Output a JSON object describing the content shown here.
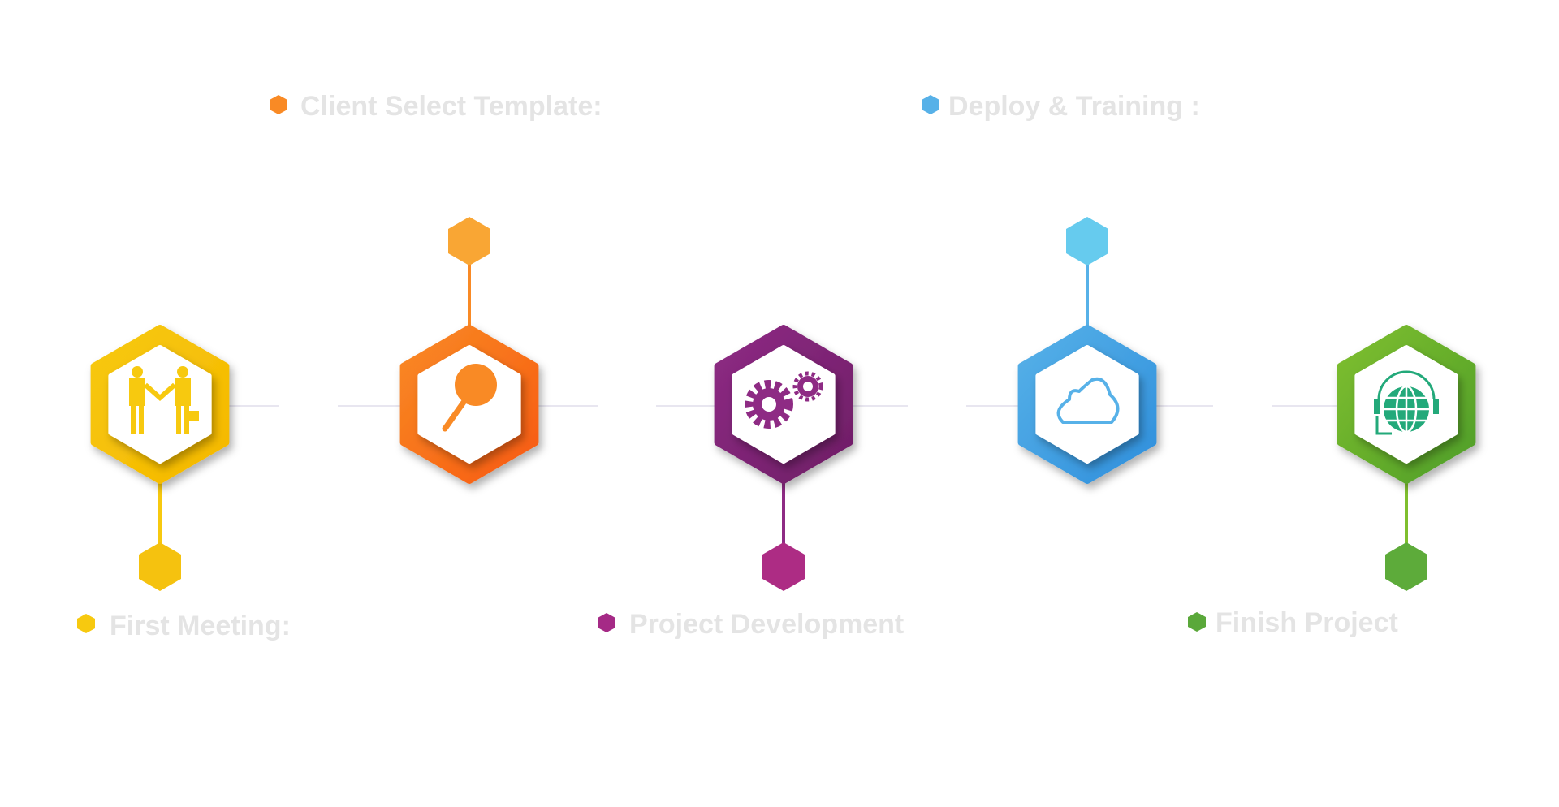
{
  "steps": [
    {
      "label": "First Meeting:",
      "color": "#f7c90f",
      "dark": "#f5b800",
      "icon": "handshake-icon",
      "position": "bottom"
    },
    {
      "label": "Client Select Template:",
      "color": "#f98a25",
      "dark": "#f75a10",
      "icon": "search-icon",
      "position": "top"
    },
    {
      "label": "Project Development",
      "color": "#8e2b84",
      "dark": "#6e1d66",
      "icon": "gears-icon",
      "position": "bottom"
    },
    {
      "label": "Deploy & Training :",
      "color": "#57b1e8",
      "dark": "#2f8fdc",
      "icon": "cloud-icon",
      "position": "top"
    },
    {
      "label": "Finish Project",
      "color": "#7fbf2e",
      "dark": "#4f9e2a",
      "icon": "globe-support-icon",
      "position": "bottom"
    }
  ],
  "connector_color": "#e8e6f0",
  "label_color": "#e4e4e4"
}
